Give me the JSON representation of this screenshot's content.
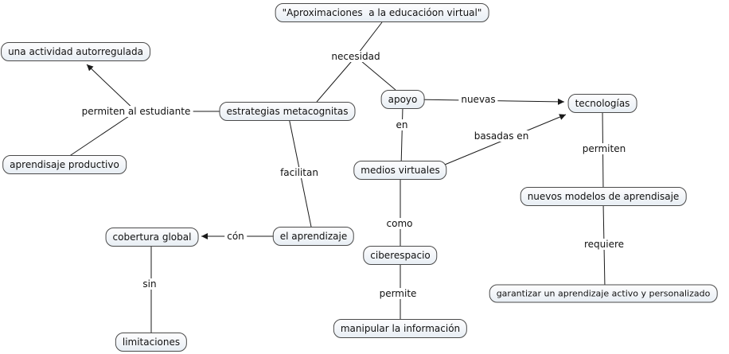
{
  "nodes": {
    "aproximaciones": "\"Aproximaciones  a la educacióon virtual\"",
    "una_actividad_autorregulada": "una actividad autorregulada",
    "aprendisaje_productivo": "aprendisaje productivo",
    "estrategias_metacognitas": "estrategias metacognitas",
    "apoyo": "apoyo",
    "tecnologias": "tecnologías",
    "medios_virtuales": "medios virtuales",
    "nuevos_modelos": "nuevos modelos de aprendisaje",
    "el_aprendizaje": "el aprendizaje",
    "cobertura_global": "cobertura global",
    "ciberespacio": "ciberespacio",
    "garantizar": "garantizar un aprendizaje activo y personalizado",
    "manipular_informacion": "manipular la información",
    "limitaciones": "limitaciones"
  },
  "links": {
    "necesidad": "necesidad",
    "permiten_al_estudiante": "permiten al estudiante",
    "nuevas": "nuevas",
    "en": "en",
    "basadas_en": "basadas en",
    "permiten": "permiten",
    "facilitan": "facilitan",
    "como": "como",
    "con": "cón",
    "requiere": "requiere",
    "sin": "sin",
    "permite": "permite"
  },
  "edges": [
    {
      "from": [
        "aproximaciones"
      ],
      "label": "necesidad",
      "to": [
        "estrategias_metacognitas",
        "apoyo"
      ],
      "arrow": false
    },
    {
      "from": [
        "estrategias_metacognitas",
        "aprendisaje_productivo"
      ],
      "label": "permiten al estudiante",
      "to": [
        "una_actividad_autorregulada"
      ],
      "arrow": true
    },
    {
      "from": [
        "apoyo"
      ],
      "label": "nuevas",
      "to": [
        "tecnologias"
      ],
      "arrow": true
    },
    {
      "from": [
        "apoyo"
      ],
      "label": "en",
      "to": [
        "medios_virtuales"
      ],
      "arrow": false
    },
    {
      "from": [
        "medios_virtuales"
      ],
      "label": "basadas en",
      "to": [
        "tecnologias"
      ],
      "arrow": true
    },
    {
      "from": [
        "tecnologias"
      ],
      "label": "permiten",
      "to": [
        "nuevos_modelos"
      ],
      "arrow": false
    },
    {
      "from": [
        "nuevos_modelos"
      ],
      "label": "requiere",
      "to": [
        "garantizar"
      ],
      "arrow": false
    },
    {
      "from": [
        "estrategias_metacognitas"
      ],
      "label": "facilitan",
      "to": [
        "el_aprendizaje"
      ],
      "arrow": false
    },
    {
      "from": [
        "el_aprendizaje"
      ],
      "label": "cón",
      "to": [
        "cobertura_global"
      ],
      "arrow": true
    },
    {
      "from": [
        "cobertura_global"
      ],
      "label": "sin",
      "to": [
        "limitaciones"
      ],
      "arrow": false
    },
    {
      "from": [
        "medios_virtuales"
      ],
      "label": "como",
      "to": [
        "ciberespacio"
      ],
      "arrow": false
    },
    {
      "from": [
        "ciberespacio"
      ],
      "label": "permite",
      "to": [
        "manipular_informacion"
      ],
      "arrow": false
    }
  ],
  "colors": {
    "canvas": "#ffffff",
    "node_fill_top": "#fdfdfe",
    "node_fill_bottom": "#e8eef4",
    "node_border": "#4a4a4a",
    "line": "#1a1a1a",
    "text": "#111111"
  }
}
